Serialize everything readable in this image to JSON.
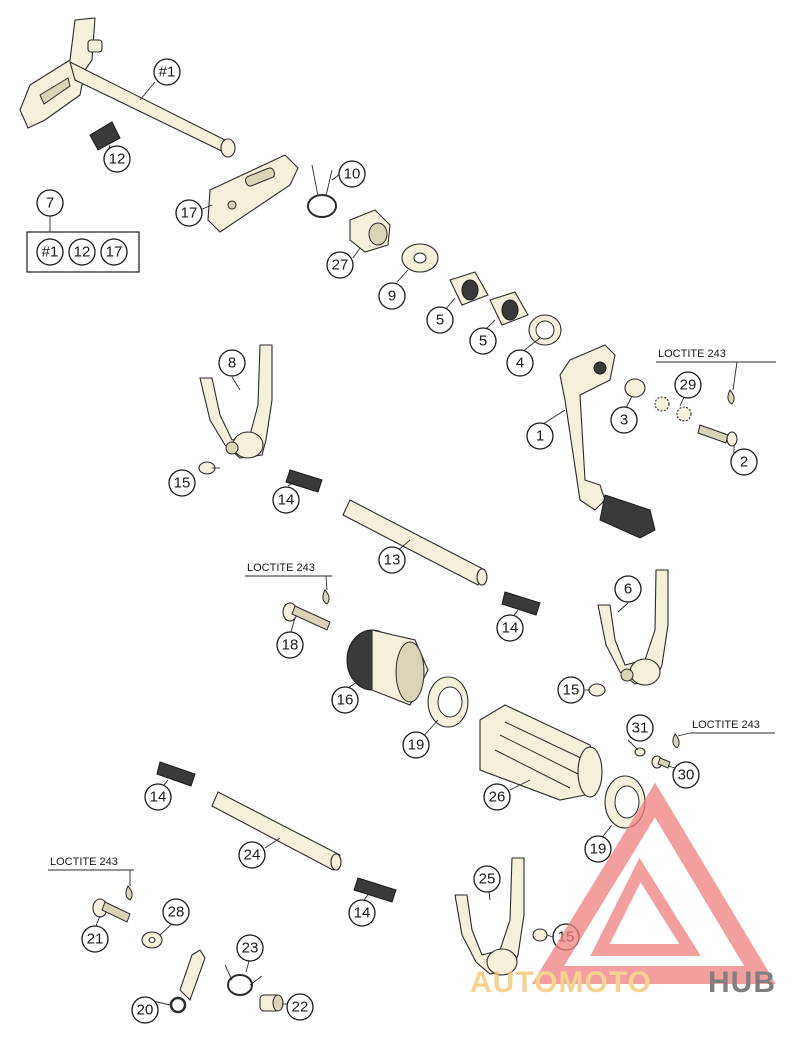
{
  "parts": {
    "shaft": "#1",
    "p1": "1",
    "p2": "2",
    "p3": "3",
    "p4": "4",
    "p5a": "5",
    "p5b": "5",
    "p6": "6",
    "p7": "7",
    "p8": "8",
    "p9": "9",
    "p10": "10",
    "p12": "12",
    "p13": "13",
    "p14a": "14",
    "p14b": "14",
    "p14c": "14",
    "p14d": "14",
    "p15a": "15",
    "p15b": "15",
    "p15c": "15",
    "p16": "16",
    "p17": "17",
    "p18": "18",
    "p19a": "19",
    "p19b": "19",
    "p20": "20",
    "p21": "21",
    "p22": "22",
    "p23": "23",
    "p24": "24",
    "p25": "25",
    "p26": "26",
    "p27": "27",
    "p28": "28",
    "p29": "29",
    "p30": "30",
    "p31": "31"
  },
  "kit": {
    "item1": "#1",
    "item2": "12",
    "item3": "17"
  },
  "notes": {
    "loctite_1": "LOCTITE 243",
    "loctite_2": "LOCTITE 243",
    "loctite_3": "LOCTITE 243",
    "loctite_4": "LOCTITE 243"
  },
  "watermark": {
    "part1": "AUTOMOTO",
    "part2": "HUB",
    "color_primary": "#f08080",
    "color_secondary": "#f5c26b",
    "color_dark": "#555555"
  }
}
